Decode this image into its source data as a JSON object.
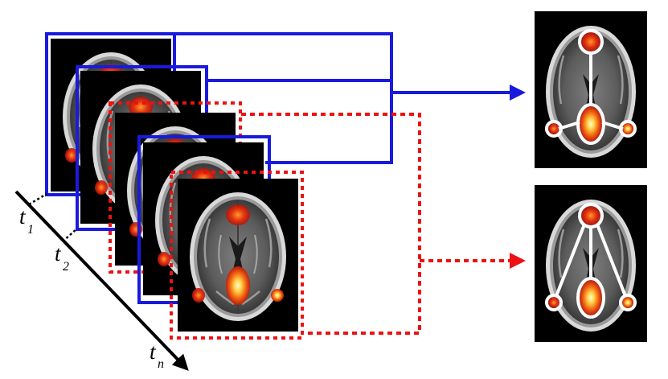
{
  "time_labels": {
    "t1": {
      "base": "t",
      "sub": "1"
    },
    "t2": {
      "base": "t",
      "sub": "2"
    },
    "tn": {
      "base": "t",
      "sub": "n"
    }
  },
  "colors": {
    "state_a": "#1a1adc",
    "state_b": "#ee1111",
    "network_line": "#ffffff",
    "axis": "#000000"
  },
  "frames": [
    {
      "id": "frame-1",
      "state": "a"
    },
    {
      "id": "frame-2",
      "state": "a"
    },
    {
      "id": "frame-3",
      "state": "b"
    },
    {
      "id": "frame-4",
      "state": "a"
    },
    {
      "id": "frame-5",
      "state": "b"
    }
  ],
  "outputs": [
    {
      "id": "network-a",
      "state": "a"
    },
    {
      "id": "network-b",
      "state": "b"
    }
  ]
}
